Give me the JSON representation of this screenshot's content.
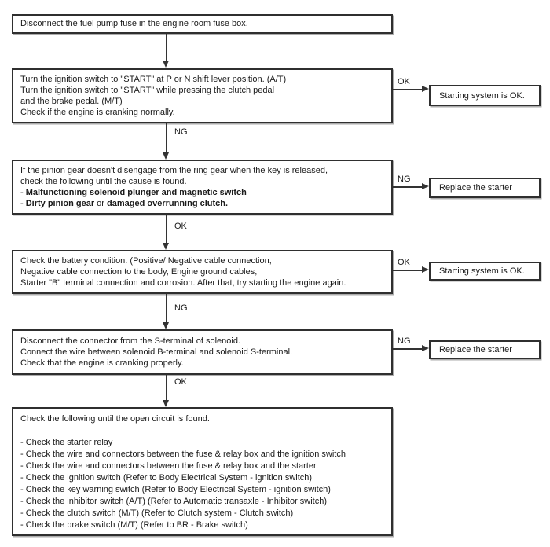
{
  "colors": {
    "background": "#ffffff",
    "ink": "#1a1a1a",
    "line": "#333333",
    "box_border": "#2f2f2f"
  },
  "labels": {
    "ok": "OK",
    "ng": "NG"
  },
  "steps": {
    "s1": {
      "lines": [
        "Disconnect the fuel pump fuse in the engine room fuse box."
      ]
    },
    "s2": {
      "lines": [
        "Turn the ignition switch to \"START\" at P or N shift lever position. (A/T)",
        "Turn the ignition switch to \"START\" while pressing the clutch pedal",
        "and the brake pedal. (M/T)",
        "Check if the engine is cranking normally."
      ]
    },
    "s3": {
      "lines": [
        "If the pinion gear doesn't disengage from the ring gear when the key is released,",
        "check the following until the cause is found."
      ],
      "bold_line": "- Malfunctioning solenoid plunger and magnetic switch",
      "mixed_line": {
        "bold1": "- Dirty pinion gear",
        "regular": " or ",
        "bold2": "damaged overrunning clutch."
      }
    },
    "s4": {
      "lines": [
        "Check the battery condition. (Positive/ Negative cable connection,",
        "Negative cable connection to the body, Engine ground cables,",
        "Starter \"B\" terminal connection and corrosion. After that, try starting the engine again."
      ]
    },
    "s5": {
      "lines": [
        "Disconnect the connector from the S-terminal of solenoid.",
        "Connect the wire between solenoid B-terminal and solenoid S-terminal.",
        "Check that the engine is cranking properly."
      ]
    },
    "s6": {
      "lines": [
        "Check the following until the open circuit is found.",
        "",
        "- Check the starter relay",
        "- Check the wire and connectors between the fuse & relay box and the ignition switch",
        "- Check the wire and connectors between the fuse & relay box and the starter.",
        "- Check the ignition switch (Refer to Body Electrical System - ignition switch)",
        "- Check the key warning switch (Refer to Body Electrical System - ignition switch)",
        "- Check the inhibitor switch (A/T) (Refer to Automatic transaxle - Inhibitor switch)",
        "- Check the clutch switch (M/T) (Refer to Clutch system - Clutch switch)",
        "- Check the brake switch (M/T) (Refer to BR - Brake switch)"
      ]
    }
  },
  "results": {
    "ok1": "Starting system is OK.",
    "ng1": "Replace the starter",
    "ok2": "Starting system is OK.",
    "ng2": "Replace the starter"
  }
}
